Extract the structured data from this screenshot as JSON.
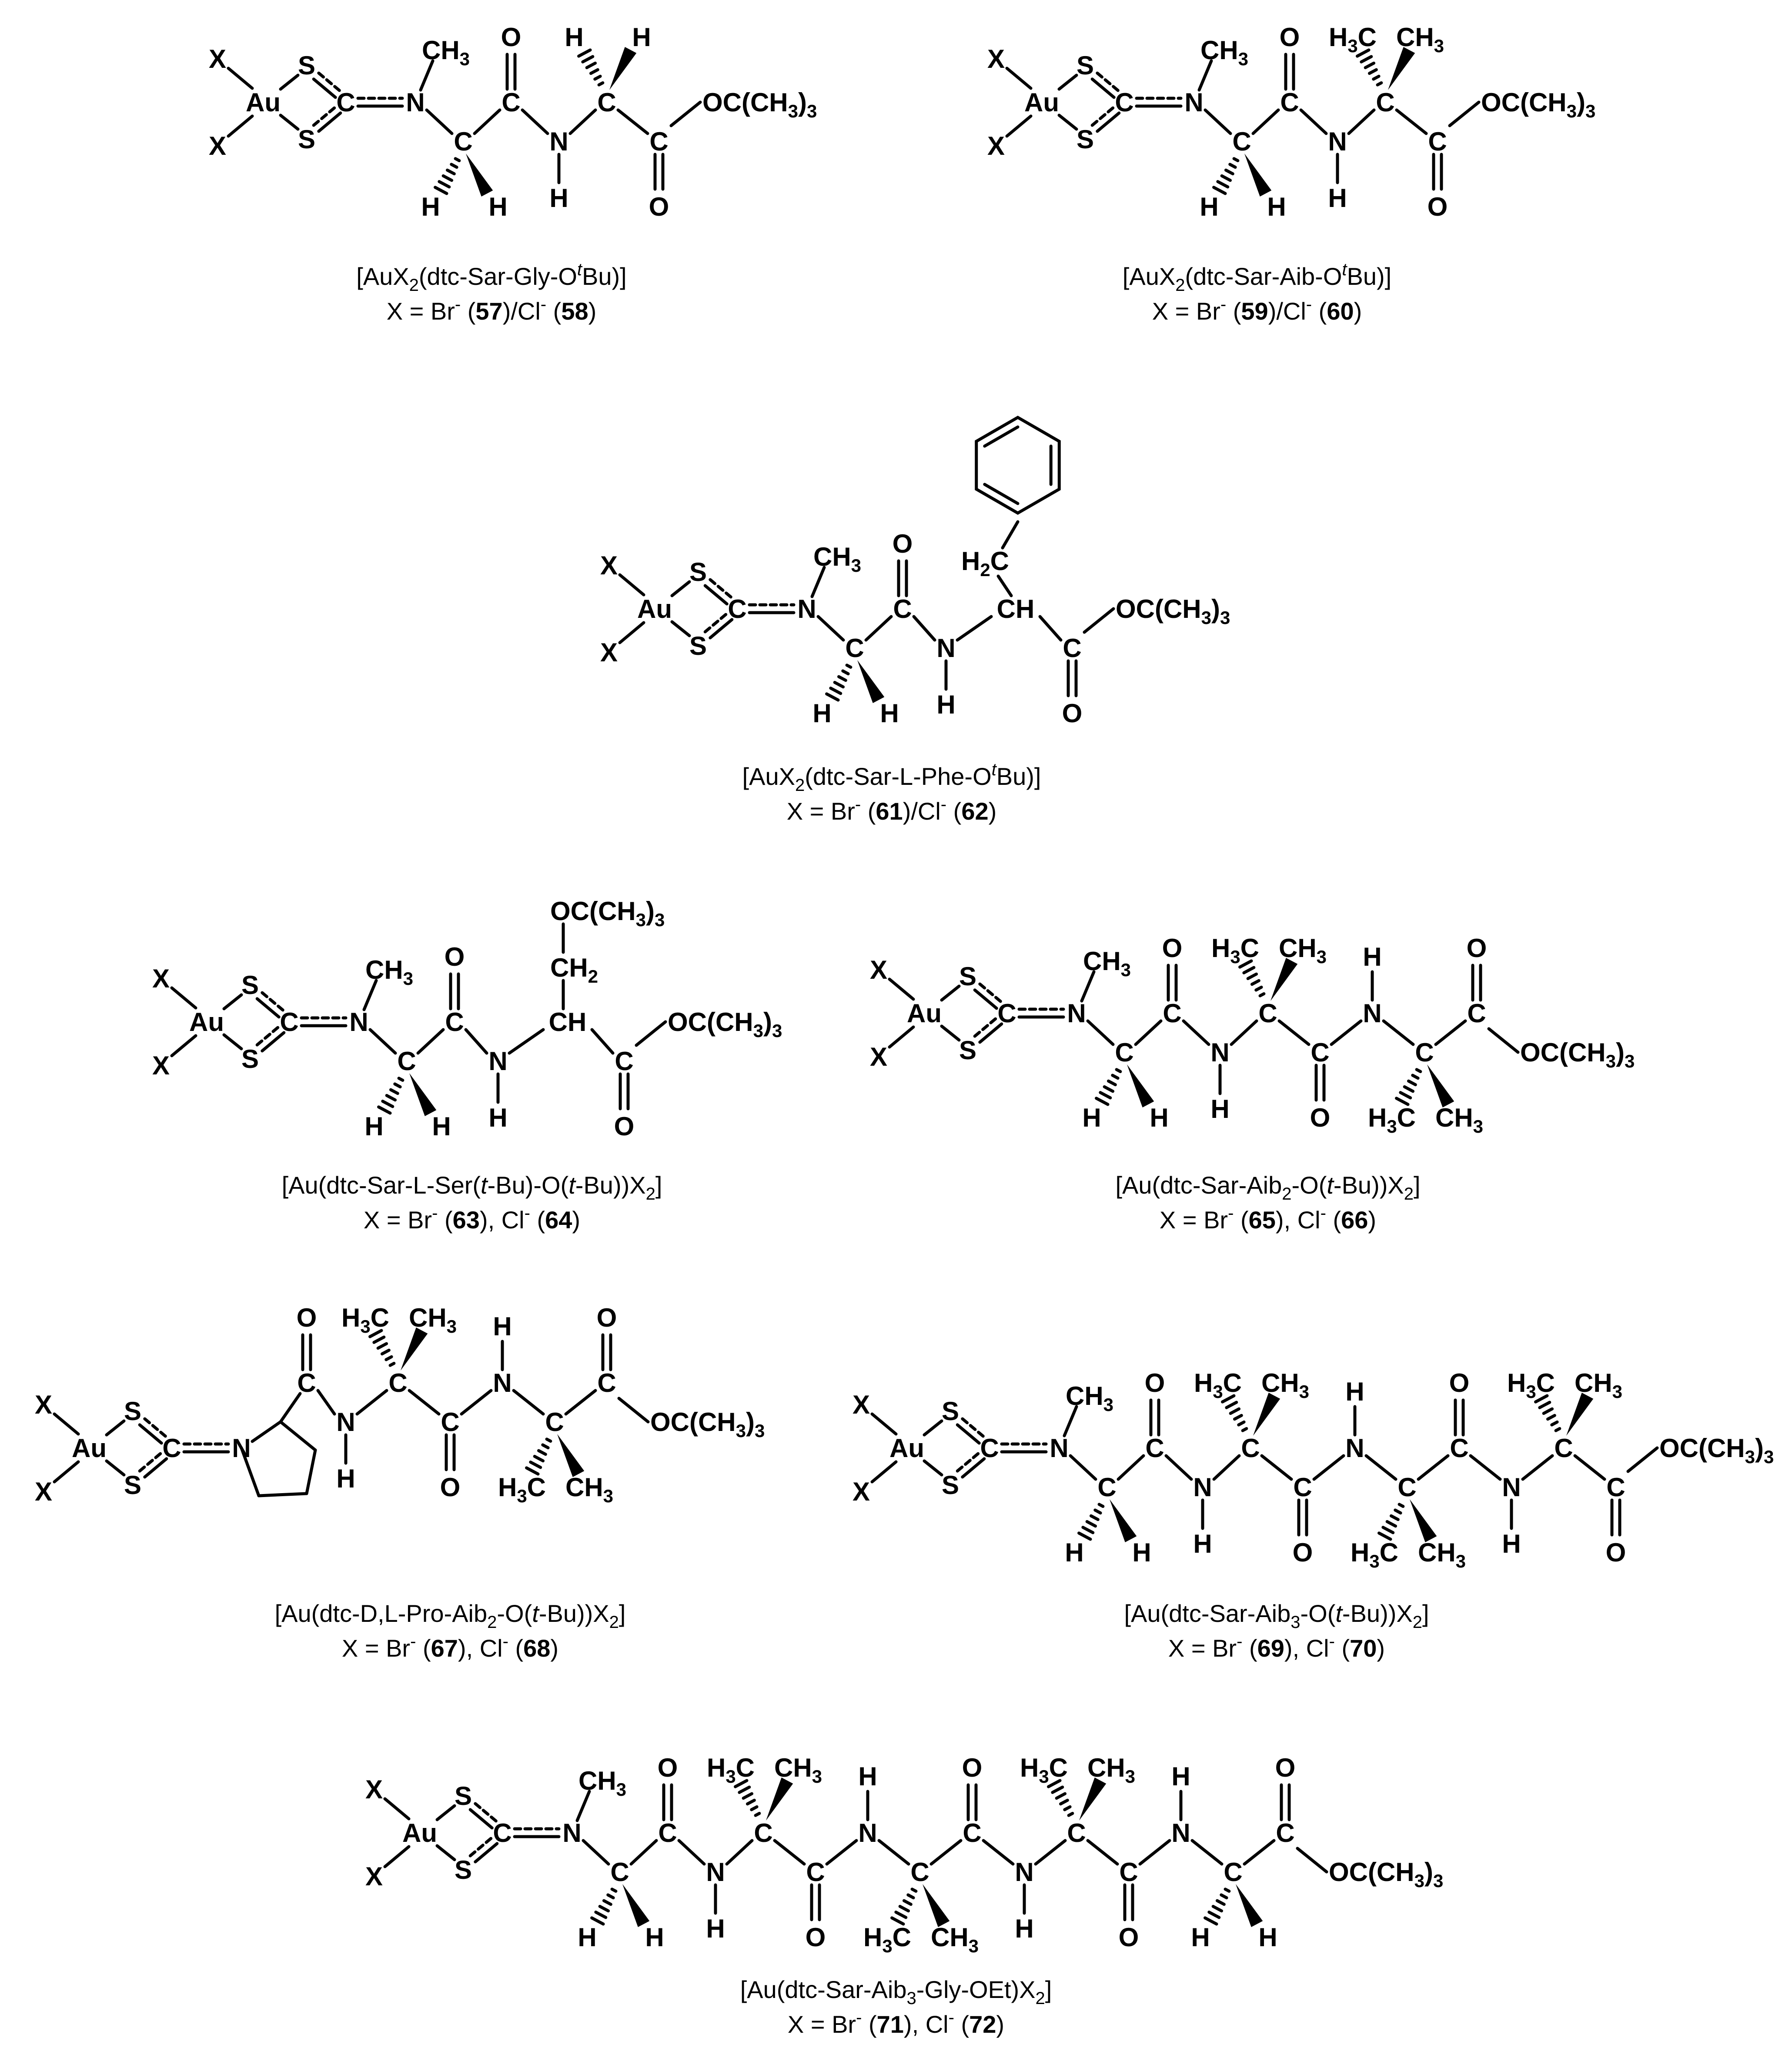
{
  "compounds": [
    {
      "id": "57-58",
      "formula_parts": [
        [
          "[AuX",
          "n"
        ],
        [
          "2",
          "sub"
        ],
        [
          "(dtc-Sar-Gly-O",
          "n"
        ],
        [
          "t",
          "supi"
        ],
        [
          "Bu)]",
          "n"
        ]
      ],
      "line2_parts": [
        [
          "X = Br",
          "n"
        ],
        [
          "-",
          "sup"
        ],
        [
          " (",
          "n"
        ],
        [
          "57",
          "b"
        ],
        [
          ")/Cl",
          "n"
        ],
        [
          "-",
          "sup"
        ],
        [
          " (",
          "n"
        ],
        [
          "58",
          "b"
        ],
        [
          ")",
          "n"
        ]
      ]
    },
    {
      "id": "59-60",
      "formula_parts": [
        [
          "[AuX",
          "n"
        ],
        [
          "2",
          "sub"
        ],
        [
          "(dtc-Sar-Aib-O",
          "n"
        ],
        [
          "t",
          "supi"
        ],
        [
          "Bu)]",
          "n"
        ]
      ],
      "line2_parts": [
        [
          "X = Br",
          "n"
        ],
        [
          "-",
          "sup"
        ],
        [
          " (",
          "n"
        ],
        [
          "59",
          "b"
        ],
        [
          ")/Cl",
          "n"
        ],
        [
          "-",
          "sup"
        ],
        [
          " (",
          "n"
        ],
        [
          "60",
          "b"
        ],
        [
          ")",
          "n"
        ]
      ]
    },
    {
      "id": "61-62",
      "formula_parts": [
        [
          "[AuX",
          "n"
        ],
        [
          "2",
          "sub"
        ],
        [
          "(dtc-Sar-L-Phe-O",
          "n"
        ],
        [
          "t",
          "supi"
        ],
        [
          "Bu)]",
          "n"
        ]
      ],
      "line2_parts": [
        [
          "X = Br",
          "n"
        ],
        [
          "-",
          "sup"
        ],
        [
          " (",
          "n"
        ],
        [
          "61",
          "b"
        ],
        [
          ")/Cl",
          "n"
        ],
        [
          "-",
          "sup"
        ],
        [
          " (",
          "n"
        ],
        [
          "62",
          "b"
        ],
        [
          ")",
          "n"
        ]
      ]
    },
    {
      "id": "63-64",
      "formula_parts": [
        [
          "[Au(dtc-Sar-L-Ser(",
          "n"
        ],
        [
          "t",
          "i"
        ],
        [
          "-Bu)-O(",
          "n"
        ],
        [
          "t",
          "i"
        ],
        [
          "-Bu))X",
          "n"
        ],
        [
          "2",
          "sub"
        ],
        [
          "]",
          "n"
        ]
      ],
      "line2_parts": [
        [
          "X = Br",
          "n"
        ],
        [
          "-",
          "sup"
        ],
        [
          " (",
          "n"
        ],
        [
          "63",
          "b"
        ],
        [
          "), Cl",
          "n"
        ],
        [
          "-",
          "sup"
        ],
        [
          " (",
          "n"
        ],
        [
          "64",
          "b"
        ],
        [
          ")",
          "n"
        ]
      ]
    },
    {
      "id": "65-66",
      "formula_parts": [
        [
          "[Au(dtc-Sar-Aib",
          "n"
        ],
        [
          "2",
          "sub"
        ],
        [
          "-O(",
          "n"
        ],
        [
          "t",
          "i"
        ],
        [
          "-Bu))X",
          "n"
        ],
        [
          "2",
          "sub"
        ],
        [
          "]",
          "n"
        ]
      ],
      "line2_parts": [
        [
          "X = Br",
          "n"
        ],
        [
          "-",
          "sup"
        ],
        [
          " (",
          "n"
        ],
        [
          "65",
          "b"
        ],
        [
          "), Cl",
          "n"
        ],
        [
          "-",
          "sup"
        ],
        [
          " (",
          "n"
        ],
        [
          "66",
          "b"
        ],
        [
          ")",
          "n"
        ]
      ]
    },
    {
      "id": "67-68",
      "formula_parts": [
        [
          "[Au(dtc-D,L-Pro-Aib",
          "n"
        ],
        [
          "2",
          "sub"
        ],
        [
          "-O(",
          "n"
        ],
        [
          "t",
          "i"
        ],
        [
          "-Bu))X",
          "n"
        ],
        [
          "2",
          "sub"
        ],
        [
          "]",
          "n"
        ]
      ],
      "line2_parts": [
        [
          "X = Br",
          "n"
        ],
        [
          "-",
          "sup"
        ],
        [
          " (",
          "n"
        ],
        [
          "67",
          "b"
        ],
        [
          "), Cl",
          "n"
        ],
        [
          "-",
          "sup"
        ],
        [
          " (",
          "n"
        ],
        [
          "68",
          "b"
        ],
        [
          ")",
          "n"
        ]
      ]
    },
    {
      "id": "69-70",
      "formula_parts": [
        [
          "[Au(dtc-Sar-Aib",
          "n"
        ],
        [
          "3",
          "sub"
        ],
        [
          "-O(",
          "n"
        ],
        [
          "t",
          "i"
        ],
        [
          "-Bu))X",
          "n"
        ],
        [
          "2",
          "sub"
        ],
        [
          "]",
          "n"
        ]
      ],
      "line2_parts": [
        [
          "X = Br",
          "n"
        ],
        [
          "-",
          "sup"
        ],
        [
          " (",
          "n"
        ],
        [
          "69",
          "b"
        ],
        [
          "), Cl",
          "n"
        ],
        [
          "-",
          "sup"
        ],
        [
          " (",
          "n"
        ],
        [
          "70",
          "b"
        ],
        [
          ")",
          "n"
        ]
      ]
    },
    {
      "id": "71-72",
      "formula_parts": [
        [
          "[Au(dtc-Sar-Aib",
          "n"
        ],
        [
          "3",
          "sub"
        ],
        [
          "-Gly-OEt)X",
          "n"
        ],
        [
          "2",
          "sub"
        ],
        [
          "]",
          "n"
        ]
      ],
      "line2_parts": [
        [
          "X = Br",
          "n"
        ],
        [
          "-",
          "sup"
        ],
        [
          " (",
          "n"
        ],
        [
          "71",
          "b"
        ],
        [
          "), Cl",
          "n"
        ],
        [
          "-",
          "sup"
        ],
        [
          " (",
          "n"
        ],
        [
          "72",
          "b"
        ],
        [
          ")",
          "n"
        ]
      ]
    }
  ],
  "atom_labels": {
    "X": "X",
    "Au": "Au",
    "S": "S",
    "C": "C",
    "N": "N",
    "O": "O",
    "H": "H",
    "CH3": [
      "CH",
      "3"
    ],
    "H3C": [
      "H",
      "3",
      "C"
    ],
    "H2C": [
      "H",
      "2",
      "C"
    ],
    "CH2": [
      "CH",
      "2"
    ],
    "CH": "CH",
    "ester": [
      "OC(CH",
      "3",
      ")",
      "3"
    ],
    "tBuO": [
      "OC(CH",
      "3",
      ")",
      "3"
    ]
  }
}
